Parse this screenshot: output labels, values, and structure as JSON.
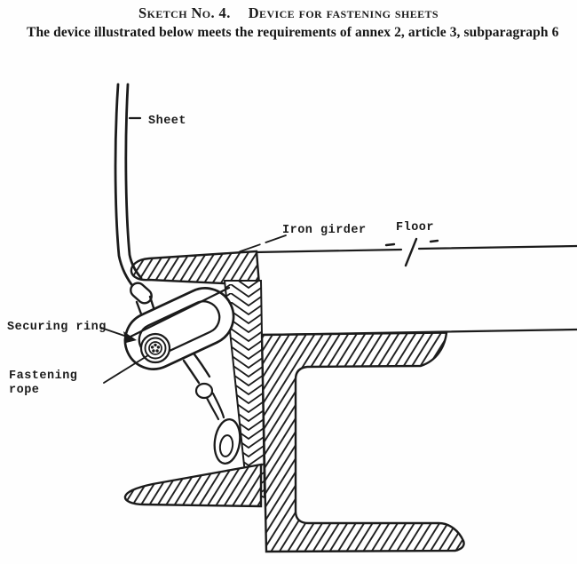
{
  "header": {
    "title_prefix": "Sketch No. 4.",
    "title_main": "Device for fastening sheets",
    "subtitle": "The device illustrated below meets the requirements of annex 2, article 3, subparagraph 6"
  },
  "diagram": {
    "labels": {
      "sheet": "Sheet",
      "iron_girder": "Iron girder",
      "floor": "Floor",
      "securing_ring": "Securing ring",
      "fastening_rope_line1": "Fastening",
      "fastening_rope_line2": "rope"
    }
  },
  "colors": {
    "ink": "#1b1b1b",
    "paper": "#fefefe"
  }
}
